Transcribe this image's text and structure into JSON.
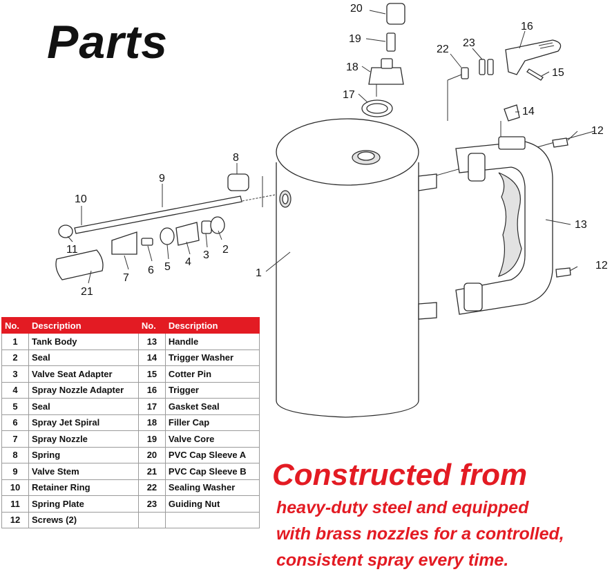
{
  "title": "Parts",
  "callouts": [
    "1",
    "2",
    "3",
    "4",
    "5",
    "6",
    "7",
    "8",
    "9",
    "10",
    "11",
    "12",
    "12",
    "13",
    "14",
    "15",
    "16",
    "17",
    "18",
    "19",
    "20",
    "21",
    "22",
    "23"
  ],
  "table": {
    "headers": [
      "No.",
      "Description",
      "No.",
      "Description"
    ],
    "rows": [
      [
        "1",
        "Tank Body",
        "13",
        "Handle"
      ],
      [
        "2",
        "Seal",
        "14",
        "Trigger Washer"
      ],
      [
        "3",
        "Valve Seat Adapter",
        "15",
        "Cotter Pin"
      ],
      [
        "4",
        "Spray Nozzle Adapter",
        "16",
        "Trigger"
      ],
      [
        "5",
        "Seal",
        "17",
        "Gasket Seal"
      ],
      [
        "6",
        "Spray Jet Spiral",
        "18",
        "Filler Cap"
      ],
      [
        "7",
        "Spray Nozzle",
        "19",
        "Valve Core"
      ],
      [
        "8",
        "Spring",
        "20",
        "PVC Cap Sleeve A"
      ],
      [
        "9",
        "Valve Stem",
        "21",
        "PVC Cap Sleeve B"
      ],
      [
        "10",
        "Retainer Ring",
        "22",
        "Sealing Washer"
      ],
      [
        "11",
        "Spring Plate",
        "23",
        "Guiding Nut"
      ],
      [
        "12",
        "Screws (2)",
        "",
        ""
      ]
    ]
  },
  "promo": {
    "headline": "Constructed from",
    "lines": [
      "heavy-duty steel and equipped",
      "with brass nozzles for a controlled,",
      "consistent spray every time."
    ]
  },
  "colors": {
    "accent": "#e31b23",
    "text": "#111111"
  }
}
